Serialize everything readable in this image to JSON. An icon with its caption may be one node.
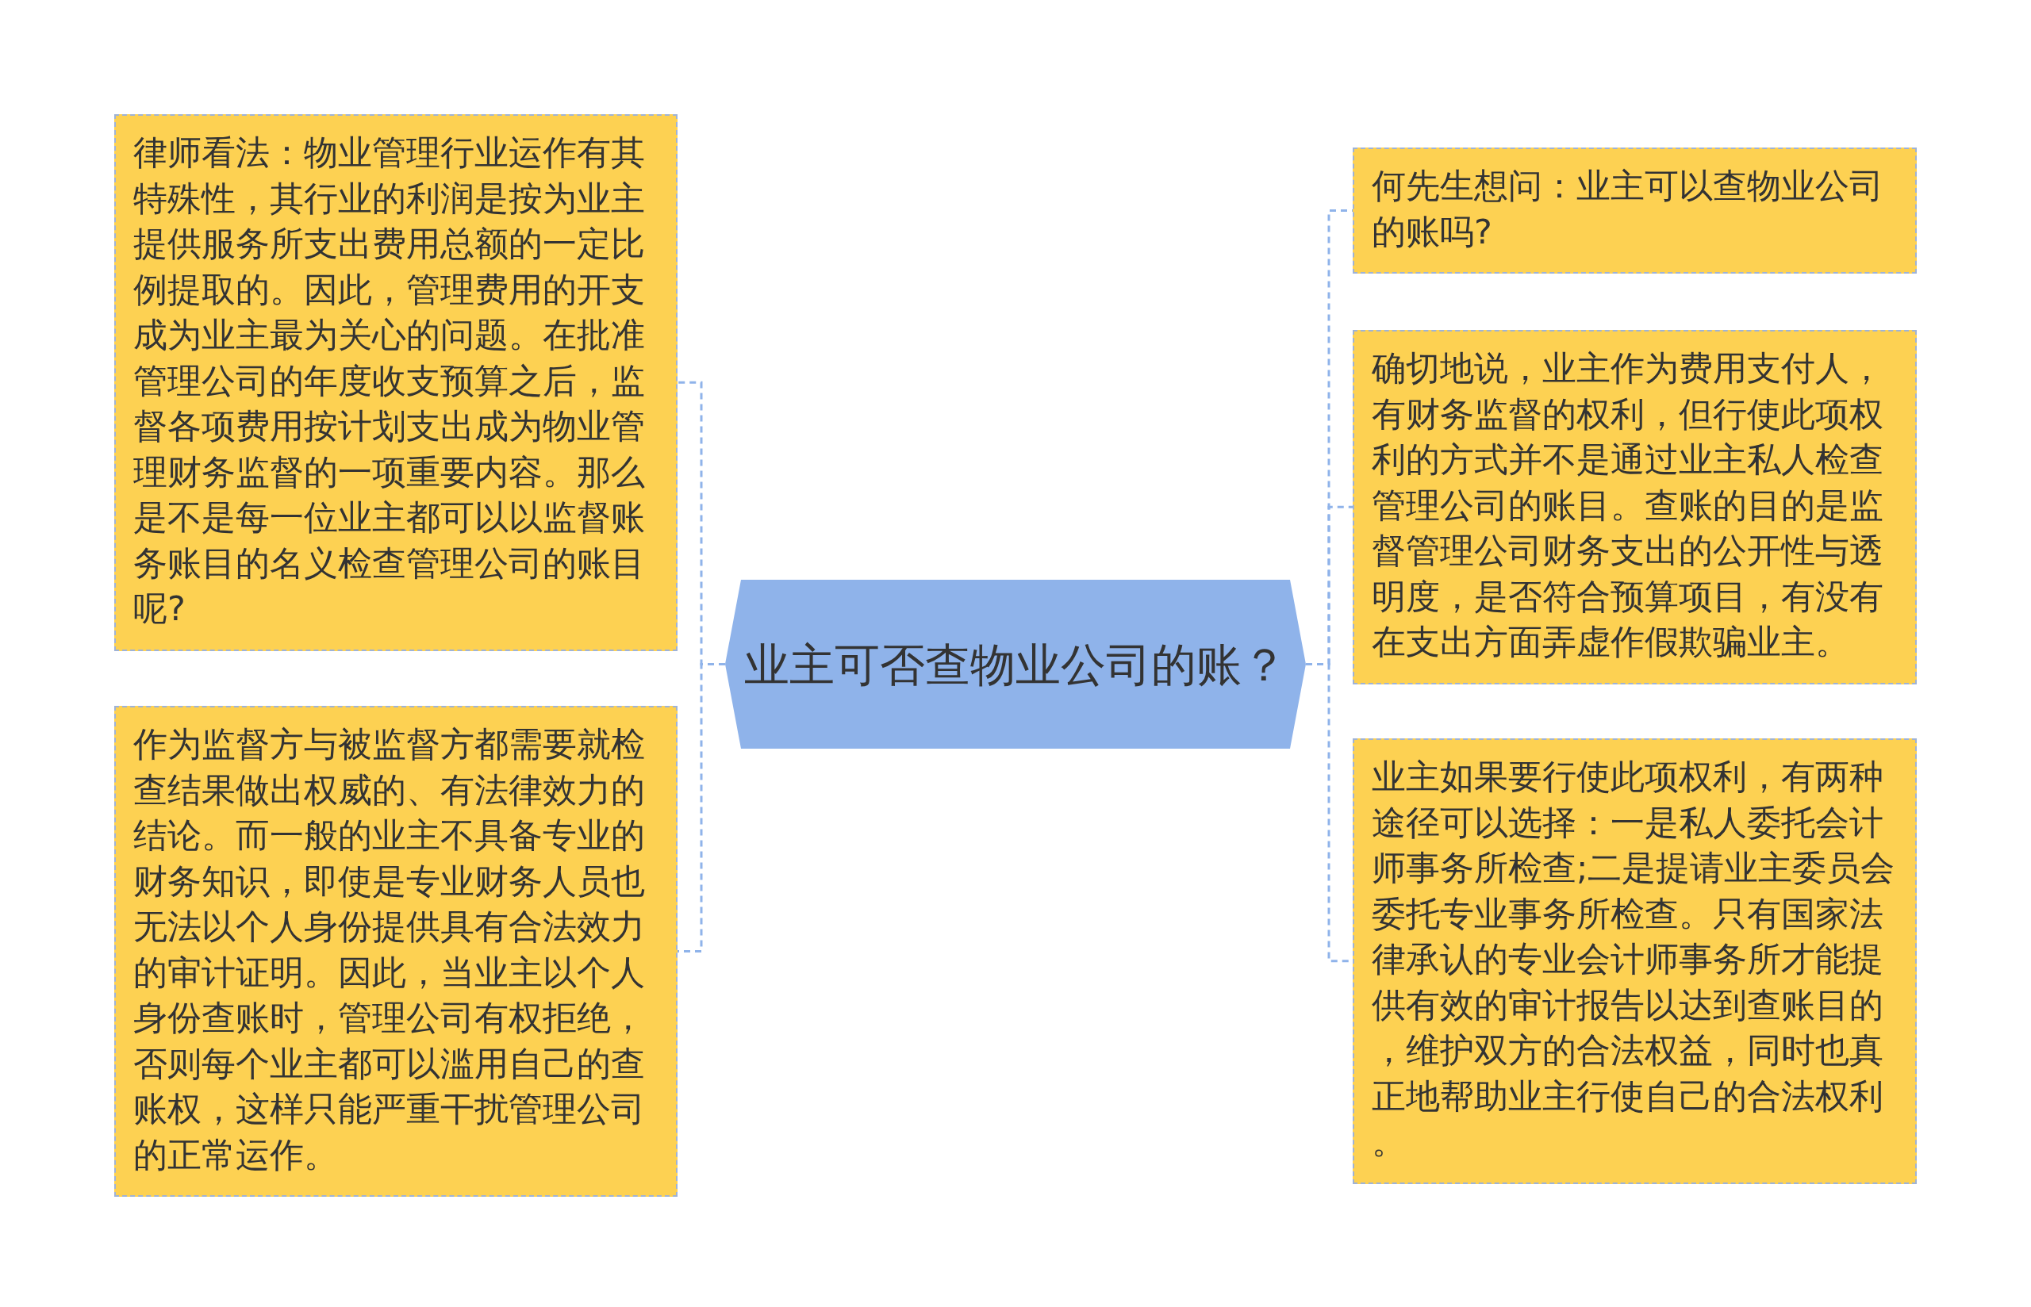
{
  "diagram": {
    "nodes": [
      {
        "text": [
          "业主可否查物业公司的账？"
        ]
      },
      {
        "text": [
          "律师看法：物业管理行业运作有其特殊性，其行业的利润是按为业主提供服务所支出费用总额的一定比例提取的。因此，管理费用的开支成为业主最为关心的问题。在批准管理公司的年度收支预算之后，监督各项费用按计划支出成为物业管理财务监督的一项重要内容。那么是不是每一位业主都可以以监督账务账目的名义检查管理公司的账目呢?"
        ]
      },
      {
        "text": [
          "作为监督方与被监督方都需要就检查结果做出权威的、有法律效力的结论。而一般的业主不具备专业的财务知识，即使是专业财务人员也无法以个人身份提供具有合法效力的审计证明。因此，当业主以个人身份查账时，管理公司有权拒绝，否则每个业主都可以滥用自己的查账权，这样只能严重干扰管理公司的正常运作。"
        ]
      },
      {
        "text": [
          "何先生想问：业主可以查物业公司的账吗?"
        ]
      },
      {
        "text": [
          "确切地说，业主作为费用支付人，有财务监督的权利，但行使此项权利的方式并不是通过业主私人检查管理公司的账目。查账的目的是监督管理公司财务支出的公开性与透明度，是否符合预算项目，有没有在支出方面弄虚作假欺骗业主。"
        ]
      },
      {
        "text": [
          "业主如果要行使此项权利，有两种途径可以选择：一是私人委托会计师事务所检查;二是提请业主委员会委托专业事务所检查。只有国家法律承认的专业会计师事务所才能提供有效的审计报告以达到查账目的，维护双方的合法权益，同时也真正地帮助业主行使自己的合法权利。"
        ]
      }
    ],
    "edges": [
      {
        "from": 0,
        "to": 1,
        "arrow": "none"
      },
      {
        "from": 0,
        "to": 2,
        "arrow": "none"
      },
      {
        "from": 0,
        "to": 3,
        "arrow": "none"
      },
      {
        "from": 0,
        "to": 4,
        "arrow": "none"
      },
      {
        "from": 0,
        "to": 5,
        "arrow": "none"
      }
    ]
  }
}
